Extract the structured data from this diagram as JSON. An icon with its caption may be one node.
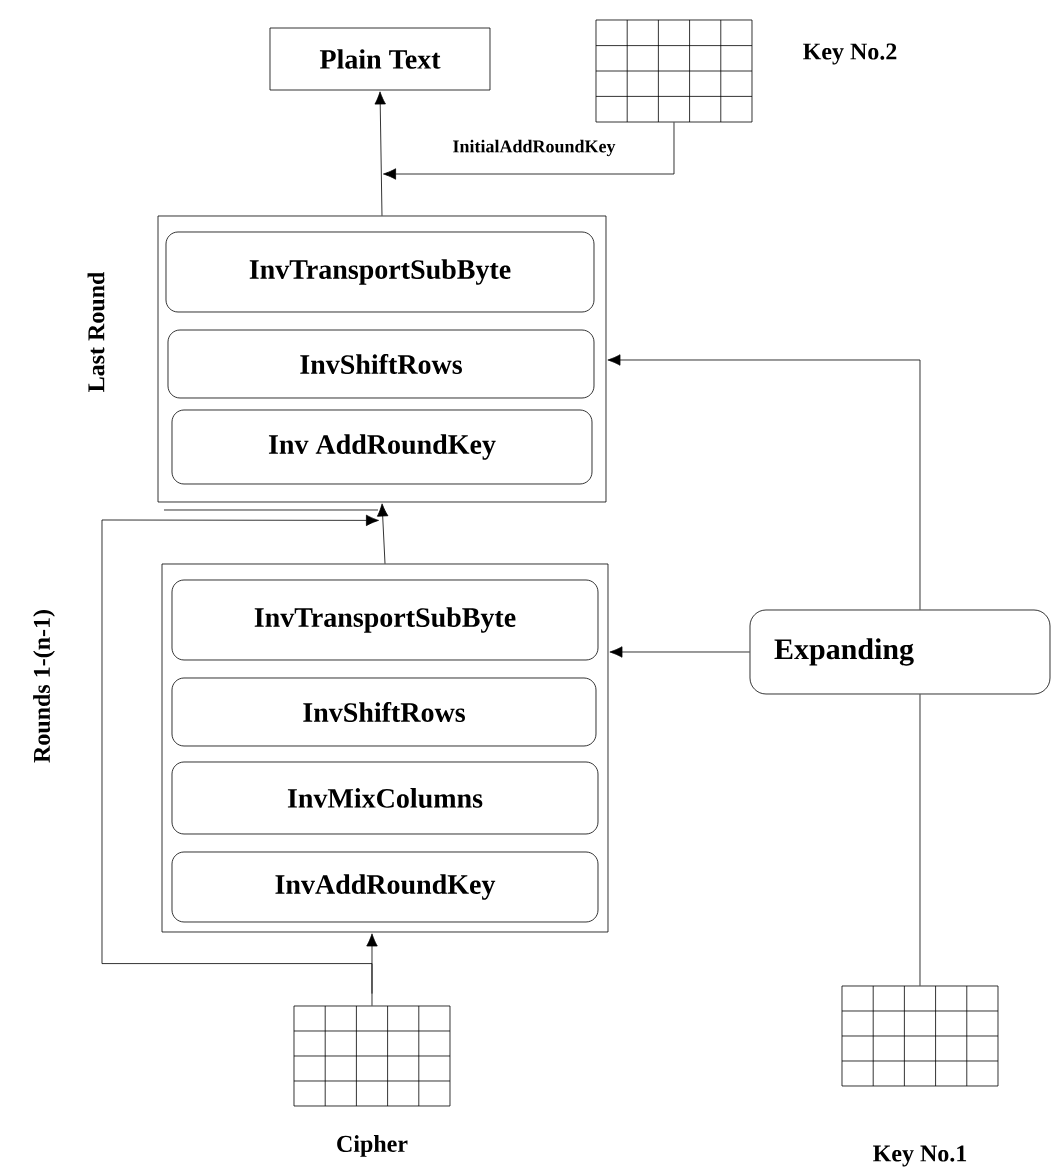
{
  "diagram": {
    "nodes": [
      {
        "text": [
          "Plain Text"
        ]
      },
      {
        "text": [],
        "shape": "grid",
        "beside": [
          "Key No.2"
        ]
      },
      {
        "text": [
          "Last Round"
        ]
      },
      {
        "text": [
          "InvTransportSubByte"
        ],
        "in": 2
      },
      {
        "text": [
          "InvShiftRows"
        ],
        "in": 2
      },
      {
        "text": [
          "Inv AddRoundKey"
        ],
        "in": 2
      },
      {
        "text": [
          "Rounds 1-(n-1)"
        ]
      },
      {
        "text": [
          "InvTransportSubByte"
        ],
        "in": 6
      },
      {
        "text": [
          "InvShiftRows"
        ],
        "in": 6
      },
      {
        "text": [
          "InvMixColumns"
        ],
        "in": 6
      },
      {
        "text": [
          "InvAddRoundKey"
        ],
        "in": 6
      },
      {
        "text": [
          "Expanding"
        ]
      },
      {
        "text": [],
        "shape": "grid",
        "beside": [
          "Cipher"
        ]
      },
      {
        "text": [],
        "shape": "grid",
        "beside": [
          "Key No.1"
        ]
      }
    ],
    "edges": [
      {
        "from": 2,
        "to": 0,
        "arrow": "to"
      },
      {
        "from": 1,
        "to": null,
        "arrow": "to",
        "label": "InitialAddRoundKey"
      },
      {
        "from": 11,
        "to": 2,
        "arrow": "to"
      },
      {
        "from": 11,
        "to": 6,
        "arrow": "to"
      },
      {
        "from": 13,
        "to": 11,
        "arrow": "none"
      },
      {
        "from": 6,
        "to": 2,
        "arrow": "to"
      },
      {
        "from": 12,
        "to": 6,
        "arrow": "to"
      },
      {
        "from": 12,
        "to": 2,
        "arrow": "to"
      }
    ]
  }
}
